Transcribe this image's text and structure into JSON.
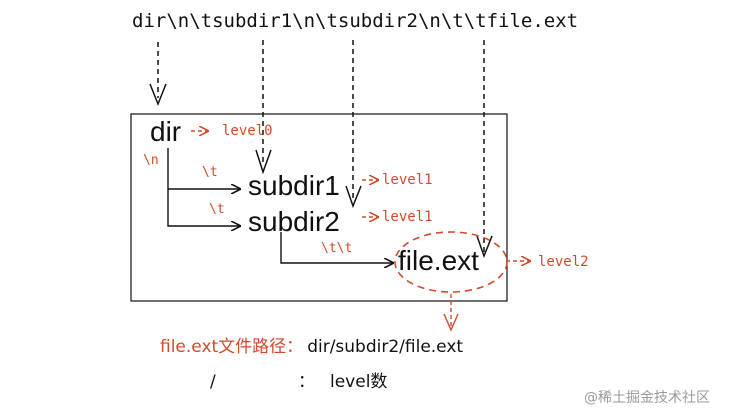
{
  "path_string": "dir\\n\\tsubdir1\\n\\tsubdir2\\n\\t\\tfile.ext",
  "tree": {
    "dir": "dir",
    "subdir1": "subdir1",
    "subdir2": "subdir2",
    "file": "file.ext"
  },
  "edge_labels": {
    "newline": "\\n",
    "tab1": "\\t",
    "tab2": "\\t",
    "tabtab": "\\t\\t"
  },
  "levels": {
    "dir": "level0",
    "subdir1": "level1",
    "subdir2": "level1",
    "file": "level2"
  },
  "caption": {
    "prefix": "file.ext文件路径：",
    "path": "dir/subdir2/file.ext",
    "slash": "/",
    "colon": "：",
    "level_count": "level数"
  },
  "watermark": "@稀土掘金技术社区",
  "colors": {
    "ink": "#111111",
    "accent": "#d14a2b"
  }
}
